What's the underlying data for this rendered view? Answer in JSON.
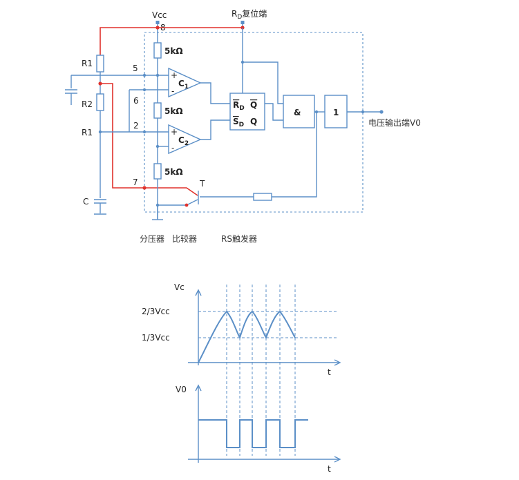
{
  "circuit": {
    "supply_label": "Vcc",
    "reset_label": "R",
    "reset_sub": "D",
    "reset_suffix": "复位端",
    "pins": {
      "p8": "8",
      "p5": "5",
      "p6": "6",
      "p2": "2",
      "p7": "7"
    },
    "resistor_labels": {
      "r1_top": "R1",
      "r2": "R2",
      "r1_bottom": "R1"
    },
    "capacitor_label": "C",
    "divider_resistors": [
      "5kΩ",
      "5kΩ",
      "5kΩ"
    ],
    "comparator1": {
      "plus": "+",
      "minus": "-",
      "name": "C",
      "sub": "1"
    },
    "comparator2": {
      "plus": "+",
      "minus": "-",
      "name": "C",
      "sub": "2"
    },
    "flipflop": {
      "rd": "R",
      "rd_sub": "D",
      "q_bar": "Q",
      "sd": "S",
      "sd_sub": "D",
      "q": "Q"
    },
    "and_gate": "&",
    "buffer_gate": "1",
    "output_label": "电压输出端V0",
    "transistor_label": "T",
    "section_labels": {
      "divider": "分压器",
      "comparator": "比较器",
      "rs": "RS触发器"
    }
  },
  "waveform": {
    "vc_axis_label": "Vc",
    "level_high": "2/3Vcc",
    "level_low": "1/3Vcc",
    "time_label_1": "t",
    "v0_axis_label": "V0",
    "time_label_2": "t"
  }
}
